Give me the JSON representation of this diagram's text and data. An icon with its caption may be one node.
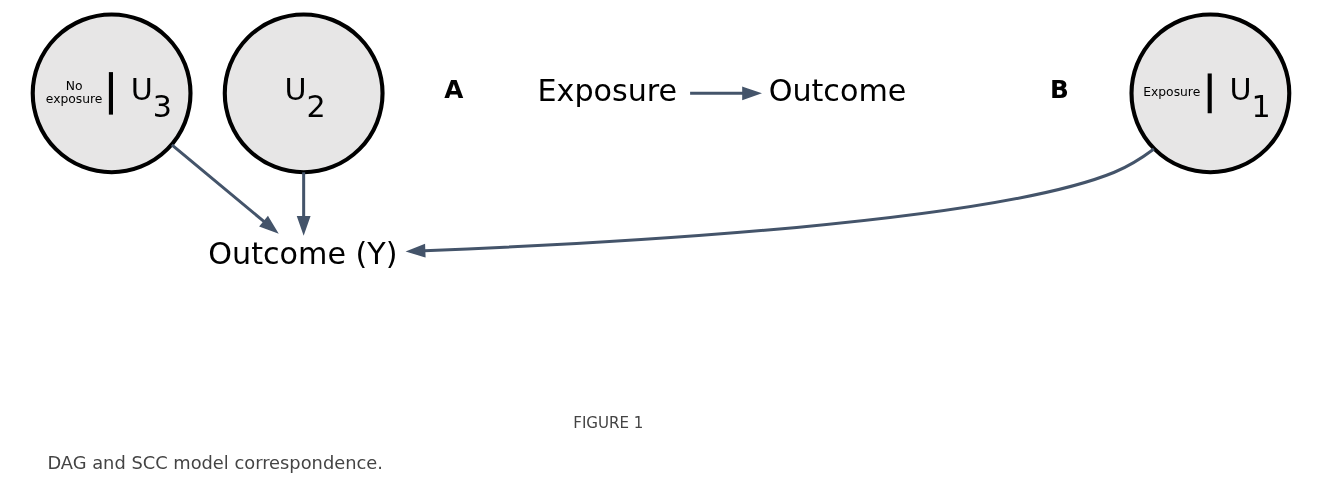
{
  "diagram": {
    "caption": "DAG and SCC model correspondence.",
    "nodes": [
      {
        "text": [
          "Exposure"
        ]
      },
      {
        "text": [
          "Outcome"
        ]
      },
      {
        "text": [
          "Exposure",
          "U$_{1}$"
        ]
      },
      {
        "text": [
          "U$_{2}$"
        ]
      },
      {
        "text": [
          "No exposure",
          "U$_{3}$"
        ]
      },
      {
        "text": [
          "Outcome (Y)"
        ]
      }
    ],
    "edges": [
      {
        "from": 0,
        "to": 1,
        "arrow": "to"
      },
      {
        "from": 2,
        "to": 5,
        "arrow": "to"
      },
      {
        "from": 3,
        "to": 5,
        "arrow": "to"
      },
      {
        "from": 4,
        "to": 5,
        "arrow": "to"
      }
    ],
    "labels": [
      "A",
      "B",
      "FIGURE 1"
    ]
  }
}
